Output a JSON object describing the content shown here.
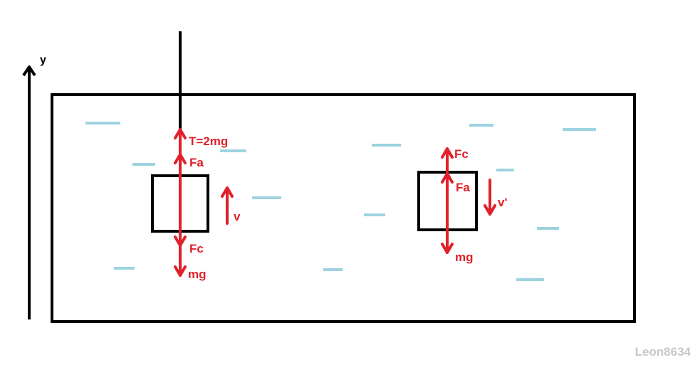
{
  "axis": {
    "label": "y"
  },
  "left_body": {
    "forces": {
      "tension": "T=2mg",
      "buoyancy": "Fa",
      "drag": "Fc",
      "weight": "mg"
    },
    "velocity": "v"
  },
  "right_body": {
    "forces": {
      "drag": "Fc",
      "buoyancy": "Fa",
      "weight": "mg"
    },
    "velocity": "v'"
  },
  "watermark": "Leon8634",
  "colors": {
    "force": "#e0202a",
    "water": "#9dd3e0",
    "outline": "#000000",
    "watermark": "#c8c8c8"
  }
}
